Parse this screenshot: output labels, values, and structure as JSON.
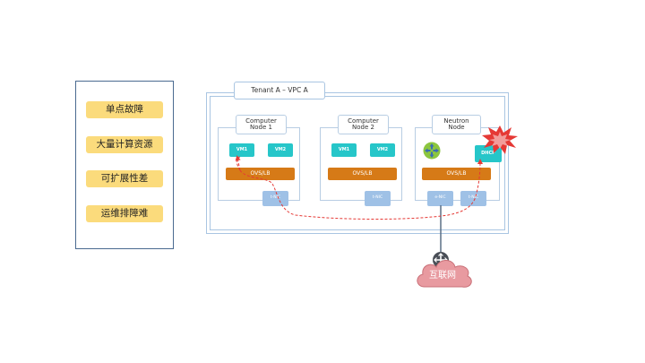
{
  "issues": [
    "单点故障",
    "大量计算资源",
    "可扩展性差",
    "运维排障难"
  ],
  "vpc_title": "Tenant A – VPC A",
  "nodes": [
    {
      "title": "Computer\nNode 1",
      "vms": [
        "VM1",
        "VM2"
      ],
      "ovs": "OVS/LB",
      "nics": [
        "t-NIC"
      ]
    },
    {
      "title": "Computer\nNode 2",
      "vms": [
        "VM1",
        "VM2"
      ],
      "ovs": "OVS/LB",
      "nics": [
        "t-NIC"
      ]
    },
    {
      "title": "Neutron\nNode",
      "service": "DHCP",
      "ovs": "OVS/LB",
      "nics": [
        "e-NIC",
        "t-NIC"
      ]
    }
  ],
  "internet_label": "互联网",
  "colors": {
    "issue_fill": "#fbdb7c",
    "vm_fill": "#26c6c9",
    "ovs_fill": "#d67a17",
    "nic_fill": "#9fc1e6",
    "frame_stroke": "#a9c5e2",
    "flow_line": "#e53935",
    "cloud_fill": "#e89aa0",
    "burst_fill": "#e53935"
  },
  "icons": [
    "router-icon",
    "explosion-burst-icon",
    "cloud-icon",
    "network-switch-icon"
  ]
}
